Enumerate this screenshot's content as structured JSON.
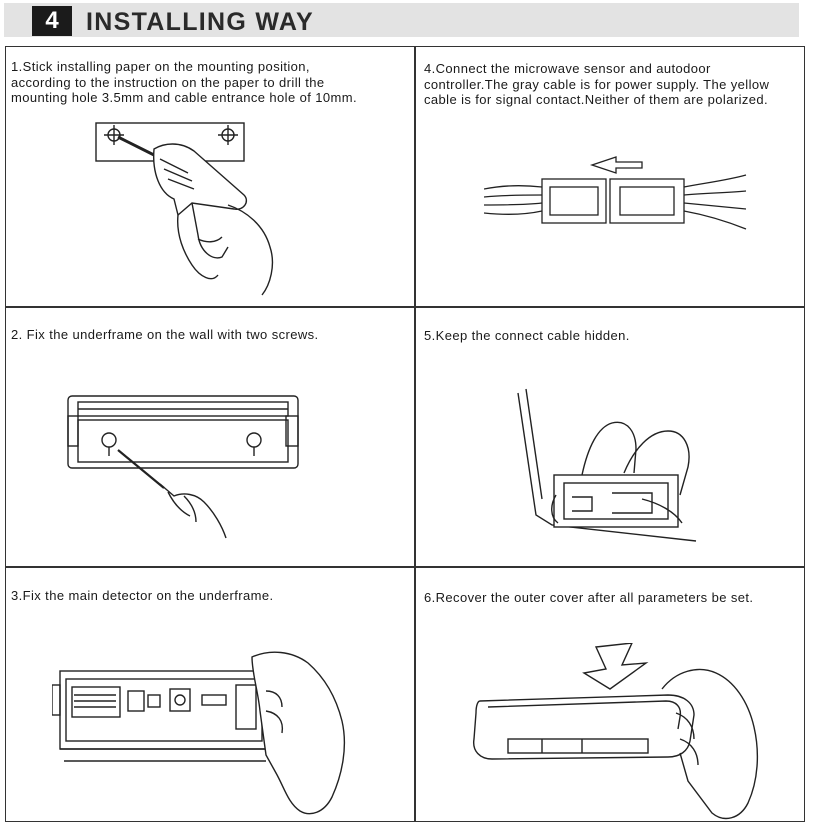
{
  "header": {
    "number": "4",
    "title": "INSTALLING WAY"
  },
  "steps": [
    {
      "text": "1.Stick installing  paper on the mounting  position, according to the instruction  on the paper to drill the mounting hole 3.5mm  and  cable  entrance   hole   of  10mm."
    },
    {
      "text": "2.  Fix  the  underframe  on the wall with  two screws."
    },
    {
      "text": "3.Fix the main detector on the underframe."
    },
    {
      "text": "4.Connect the microwave sensor and autodoor controller.The gray cable is for power supply. The yellow cable is for signal contact.Neither of them are polarized."
    },
    {
      "text": "5.Keep the connect cable  hidden."
    },
    {
      "text": "6.Recover the outer cover after all parameters be set."
    }
  ]
}
